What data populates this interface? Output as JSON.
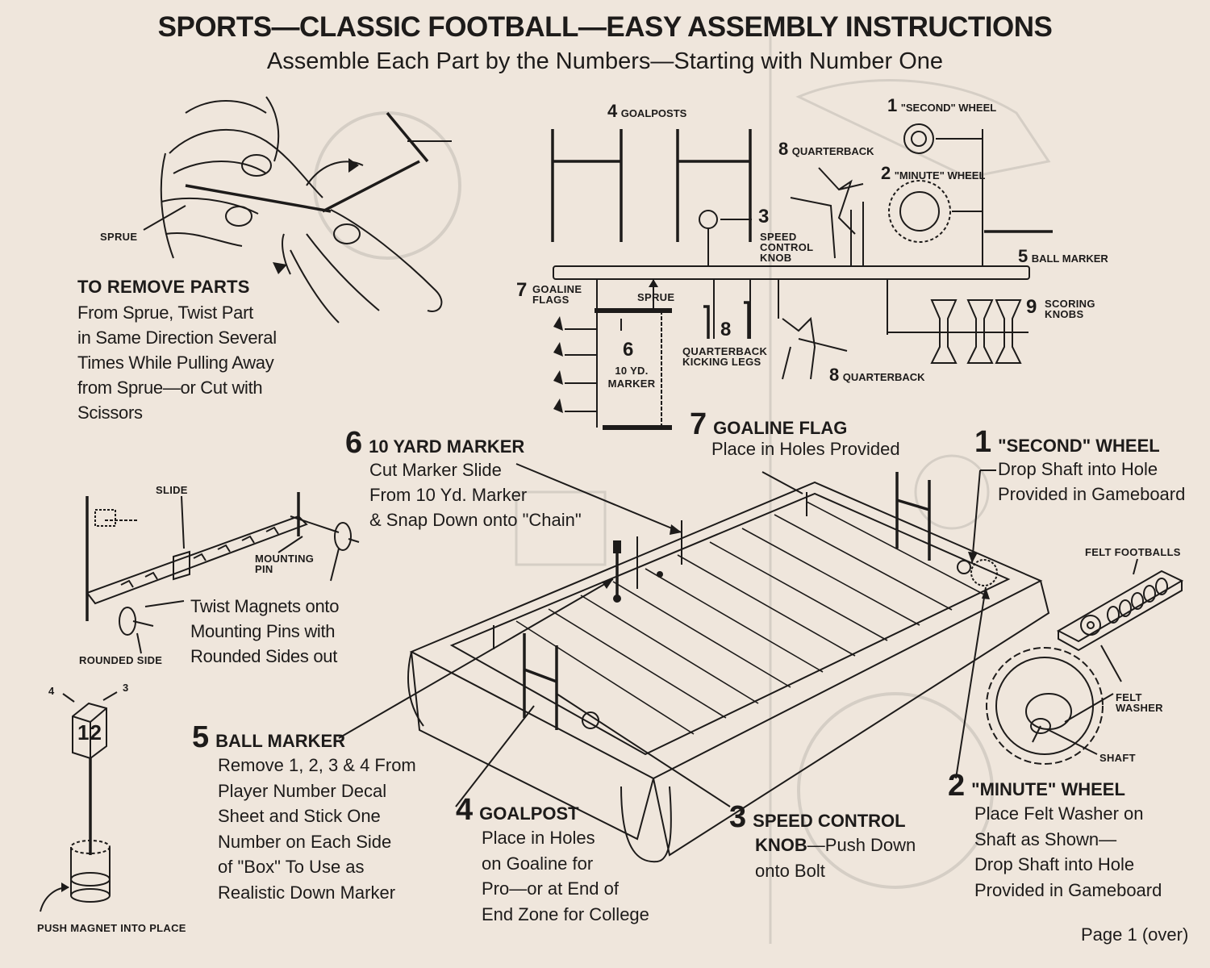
{
  "header": {
    "title": "SPORTS—CLASSIC FOOTBALL—EASY ASSEMBLY INSTRUCTIONS",
    "subtitle": "Assemble Each Part by the Numbers—Starting with Number One"
  },
  "remove_parts": {
    "heading": "TO REMOVE PARTS",
    "lines": [
      "From Sprue, Twist Part",
      "in Same Direction Several",
      "Times While Pulling Away",
      "from Sprue—or Cut with",
      "Scissors"
    ],
    "sprue_label": "SPRUE"
  },
  "sprue_diagram": {
    "goalposts": {
      "number": "4",
      "label": "GOALPOSTS"
    },
    "second_wheel": {
      "number": "1",
      "label": "\"SECOND\" WHEEL"
    },
    "quarterback_top": {
      "number": "8",
      "label": "QUARTERBACK"
    },
    "minute_wheel": {
      "number": "2",
      "label": "\"MINUTE\" WHEEL"
    },
    "speed_control": {
      "number": "3",
      "label_lines": [
        "SPEED",
        "CONTROL",
        "KNOB"
      ]
    },
    "ball_marker": {
      "number": "5",
      "label": "BALL MARKER"
    },
    "goaline_flags": {
      "number": "7",
      "label_lines": [
        "GOALINE",
        "FLAGS"
      ]
    },
    "sprue": {
      "label": "SPRUE"
    },
    "kicking_legs": {
      "number": "8",
      "label_lines": [
        "QUARTERBACK",
        "KICKING LEGS"
      ]
    },
    "scoring_knobs": {
      "number": "9",
      "label_lines": [
        "SCORING",
        "KNOBS"
      ]
    },
    "ten_yd_marker": {
      "number": "6",
      "label_lines": [
        "10 YD.",
        "MARKER"
      ]
    },
    "quarterback_bottom": {
      "number": "8",
      "label": "QUARTERBACK"
    }
  },
  "steps": {
    "goaline_flag": {
      "number": "7",
      "title": "GOALINE FLAG",
      "lines": [
        "Place in Holes Provided"
      ]
    },
    "second_wheel": {
      "number": "1",
      "title": "\"SECOND\" WHEEL",
      "lines": [
        "Drop Shaft into Hole",
        "Provided in Gameboard"
      ]
    },
    "ten_yard_marker": {
      "number": "6",
      "title": "10 YARD MARKER",
      "lines": [
        "Cut Marker Slide",
        "From 10 Yd. Marker",
        "& Snap Down onto \"Chain\""
      ]
    },
    "ball_marker": {
      "number": "5",
      "title": "BALL MARKER",
      "lines": [
        "Remove 1, 2, 3 & 4 From",
        "Player Number Decal",
        "Sheet and Stick One",
        "Number on Each Side",
        "of \"Box\" To Use as",
        "Realistic Down Marker"
      ]
    },
    "goalpost": {
      "number": "4",
      "title": "GOALPOST",
      "lines": [
        "Place in Holes",
        "on Goaline for",
        "Pro—or at End of",
        "End Zone for College"
      ]
    },
    "speed_control": {
      "number": "3",
      "title": "SPEED CONTROL",
      "title_line2": "KNOB",
      "line2_rest": "—Push Down",
      "line3": "onto Bolt"
    },
    "minute_wheel": {
      "number": "2",
      "title": "\"MINUTE\" WHEEL",
      "lines": [
        "Place Felt Washer on",
        "Shaft as Shown—",
        "Drop Shaft into Hole",
        "Provided in Gameboard"
      ]
    }
  },
  "magnets": {
    "slide_label": "SLIDE",
    "mounting_pin_lines": [
      "MOUNTING",
      "PIN"
    ],
    "rounded_side_label": "ROUNDED SIDE",
    "twist_lines": [
      "Twist Magnets onto",
      "Mounting Pins with",
      "Rounded Sides out"
    ]
  },
  "down_marker": {
    "box_number": "12",
    "side_left": "4",
    "side_right": "3",
    "push_label": "PUSH MAGNET INTO PLACE"
  },
  "parts": {
    "felt_footballs": "FELT FOOTBALLS",
    "felt_washer_lines": [
      "FELT",
      "WASHER"
    ],
    "shaft": "SHAFT"
  },
  "footer": {
    "page": "Page 1  (over)"
  }
}
